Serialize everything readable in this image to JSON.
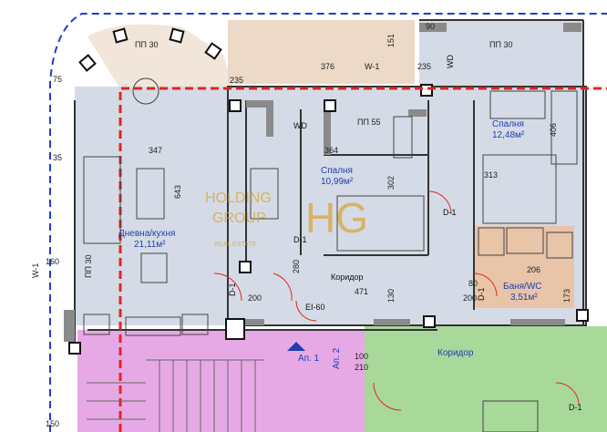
{
  "rooms": {
    "living": {
      "name": "Дневна/кухня",
      "area": "21,11м²"
    },
    "bedroom1": {
      "name": "Спалня",
      "area": "10,99м²"
    },
    "bedroom2": {
      "name": "Спалня",
      "area": "12,48м²"
    },
    "bath": {
      "name": "Баня/WC",
      "area": "3,51м²"
    },
    "corridor_in": {
      "name": "Коридор"
    },
    "corridor_out": {
      "name": "Коридор"
    }
  },
  "dimensions": {
    "d347": "347",
    "d643": "643",
    "d364": "364",
    "d302": "302",
    "d376": "376",
    "d235a": "235",
    "d235b": "235",
    "d151": "151",
    "d90": "90",
    "d313": "313",
    "d406": "406",
    "d471": "471",
    "d206": "206",
    "d200a": "200",
    "d200b": "200",
    "d280": "280",
    "d173": "173",
    "d130": "130",
    "d210": "210",
    "d100": "100",
    "d80": "80",
    "d150": "150",
    "d160": "160",
    "d35": "35",
    "d75": "75"
  },
  "tags": {
    "w1": "W-1",
    "pp30": "ПП 30",
    "pp55": "ПП 55",
    "d1": "D-1",
    "ei60": "EI-60",
    "wd": "WD",
    "ap1": "Ап. 1",
    "ap2": "Ап. 2"
  },
  "watermark": {
    "line1": "HOLDING",
    "line2": "GROUP",
    "line3": "REAL ESTATE",
    "logo": "HG"
  },
  "colors": {
    "apartment_fill": "#d4dbe6",
    "balcony_fill": "#e5ccb4",
    "stair_fill": "#e7a9e6",
    "corridor_fill": "#a9d99a",
    "room_text": "#1f3fb0",
    "boundary_red": "#e0261f",
    "boundary_blue": "#1e3fc8"
  }
}
